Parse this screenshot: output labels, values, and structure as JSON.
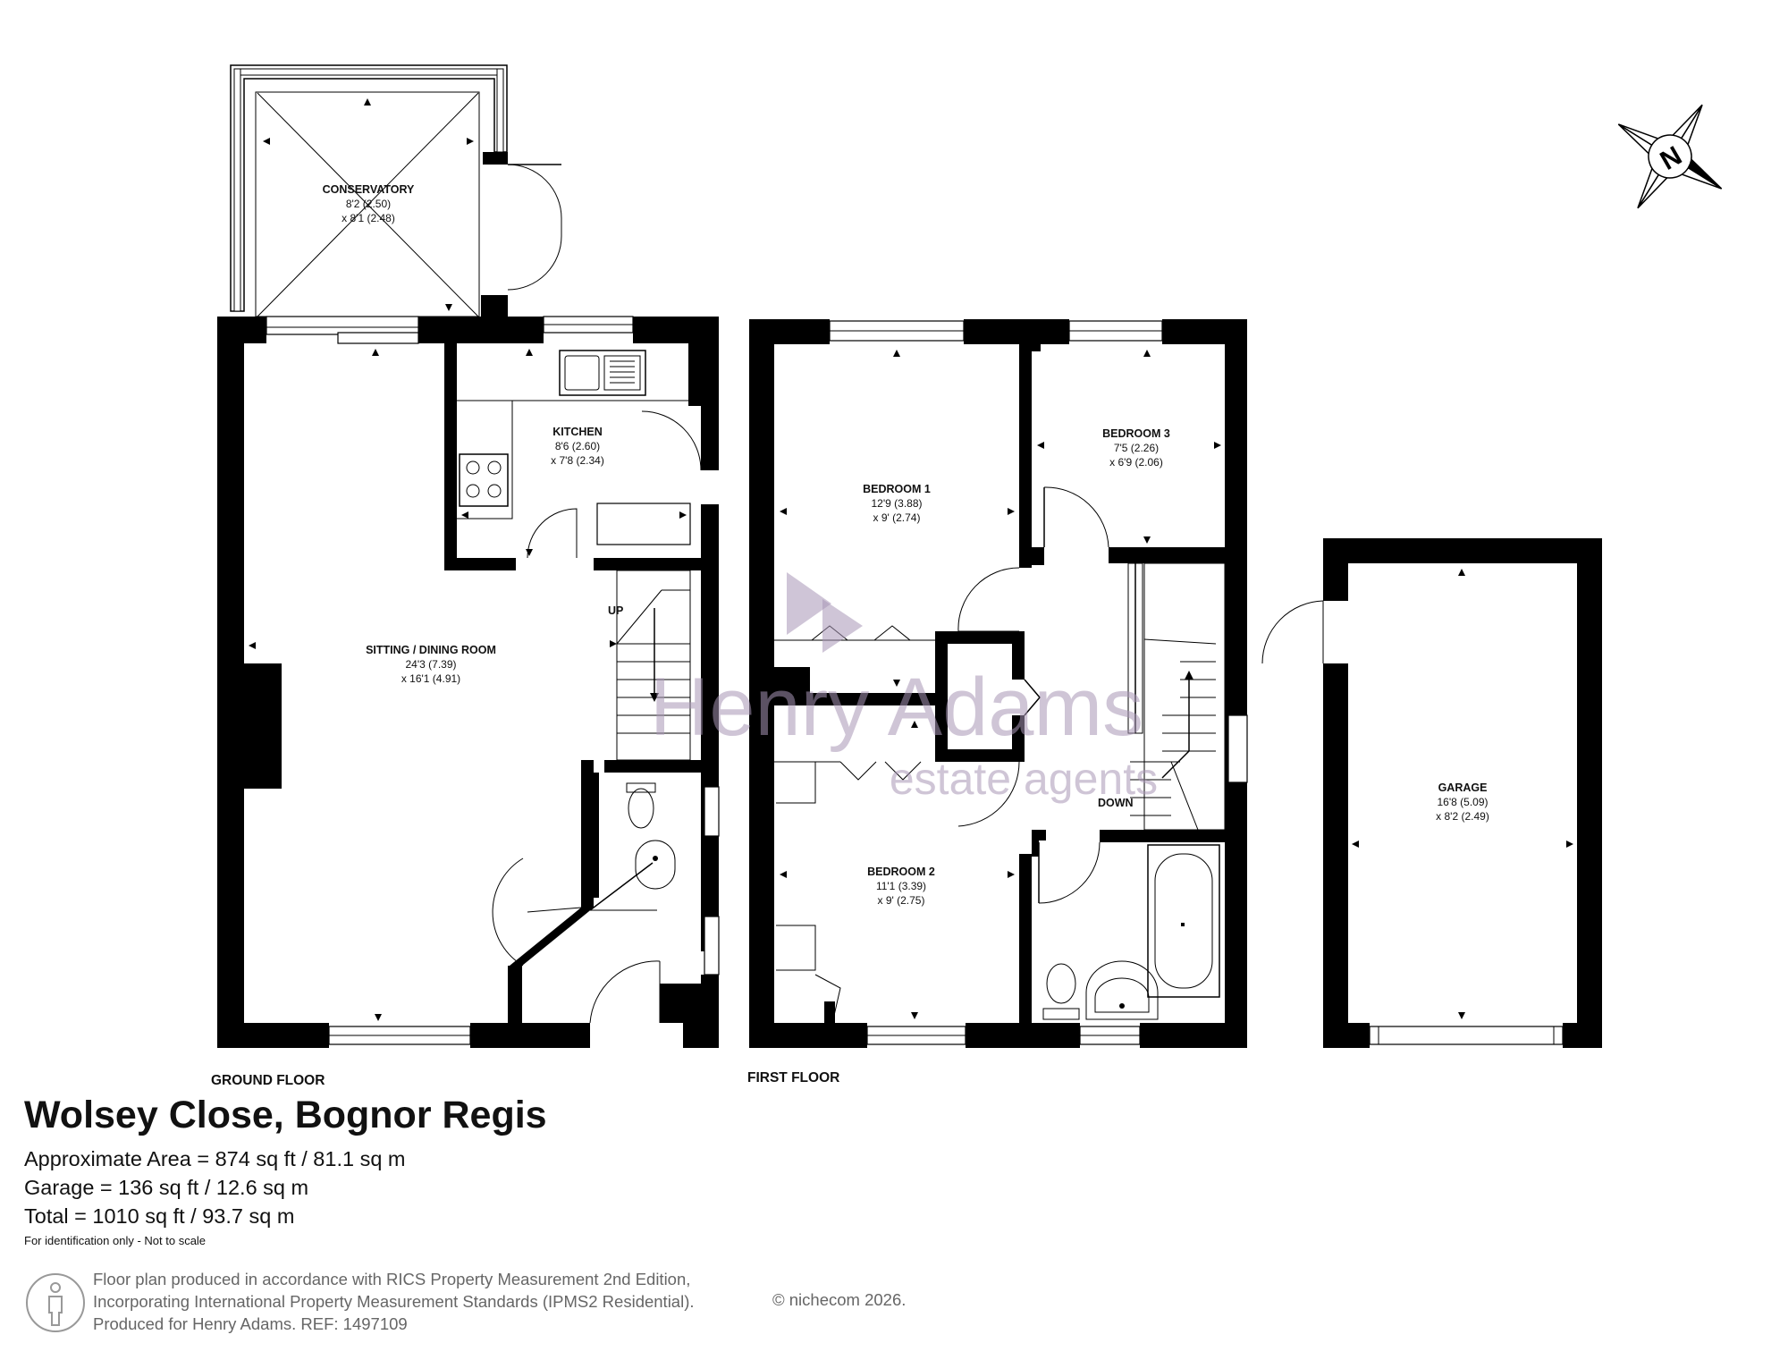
{
  "floor_labels": {
    "ground": "GROUND FLOOR",
    "first": "FIRST FLOOR"
  },
  "rooms": {
    "conservatory": {
      "name": "CONSERVATORY",
      "dim1": "8'2 (2.50)",
      "dim2": "x 8'1 (2.48)"
    },
    "kitchen": {
      "name": "KITCHEN",
      "dim1": "8'6 (2.60)",
      "dim2": "x 7'8 (2.34)"
    },
    "sitting": {
      "name": "SITTING / DINING ROOM",
      "dim1": "24'3 (7.39)",
      "dim2": "x 16'1 (4.91)"
    },
    "bedroom1": {
      "name": "BEDROOM 1",
      "dim1": "12'9 (3.88)",
      "dim2": "x 9' (2.74)"
    },
    "bedroom2": {
      "name": "BEDROOM 2",
      "dim1": "11'1 (3.39)",
      "dim2": "x 9' (2.75)"
    },
    "bedroom3": {
      "name": "BEDROOM 3",
      "dim1": "7'5 (2.26)",
      "dim2": "x 6'9 (2.06)"
    },
    "garage": {
      "name": "GARAGE",
      "dim1": "16'8 (5.09)",
      "dim2": "x 8'2 (2.49)"
    }
  },
  "stairs": {
    "up": "UP",
    "down": "DOWN"
  },
  "compass": {
    "letter": "N"
  },
  "watermark": {
    "line1": "Henry Adams",
    "line2": "estate agents"
  },
  "property": {
    "title": "Wolsey Close, Bognor Regis",
    "area": "Approximate Area = 874 sq ft / 81.1 sq m",
    "garage": "Garage = 136 sq ft / 12.6 sq m",
    "total": "Total = 1010 sq ft / 93.7 sq m",
    "note": "For identification only - Not to scale"
  },
  "footer": {
    "line1": "Floor plan produced in accordance with RICS Property Measurement 2nd Edition,",
    "line2": "Incorporating International Property Measurement Standards (IPMS2 Residential).",
    "line3": "Produced for Henry Adams.    REF: 1497109",
    "copyright": "© nichecom 2026."
  },
  "colors": {
    "walls": "#000000",
    "watermark": "#a896b6",
    "footer_text": "#666666"
  }
}
